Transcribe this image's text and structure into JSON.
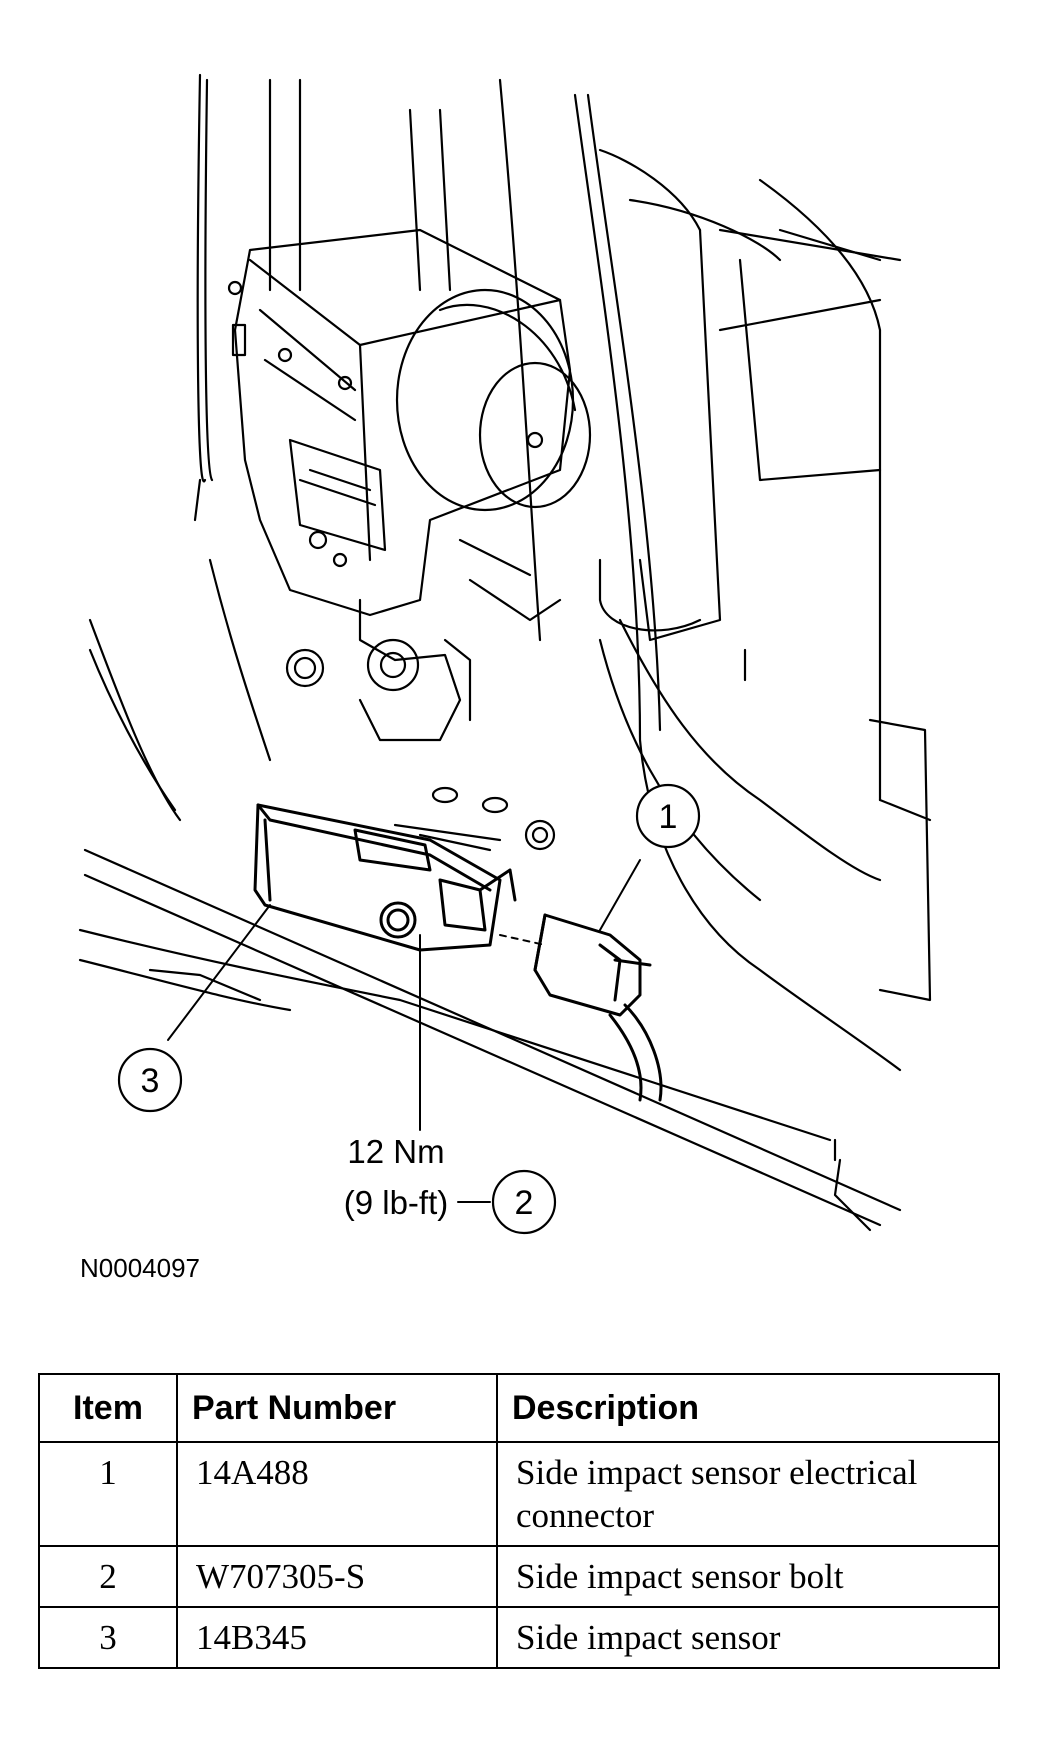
{
  "diagram": {
    "callouts": [
      "1",
      "2",
      "3"
    ],
    "torque_nm": "12 Nm",
    "torque_lbft": "(9 lb-ft)",
    "figure_id": "N0004097"
  },
  "table": {
    "headers": {
      "item": "Item",
      "part_number": "Part Number",
      "description": "Description"
    },
    "rows": [
      {
        "item": "1",
        "part_number": "14A488",
        "description": "Side impact sensor electrical connector"
      },
      {
        "item": "2",
        "part_number": "W707305-S",
        "description": "Side impact sensor bolt"
      },
      {
        "item": "3",
        "part_number": "14B345",
        "description": "Side impact sensor"
      }
    ]
  }
}
